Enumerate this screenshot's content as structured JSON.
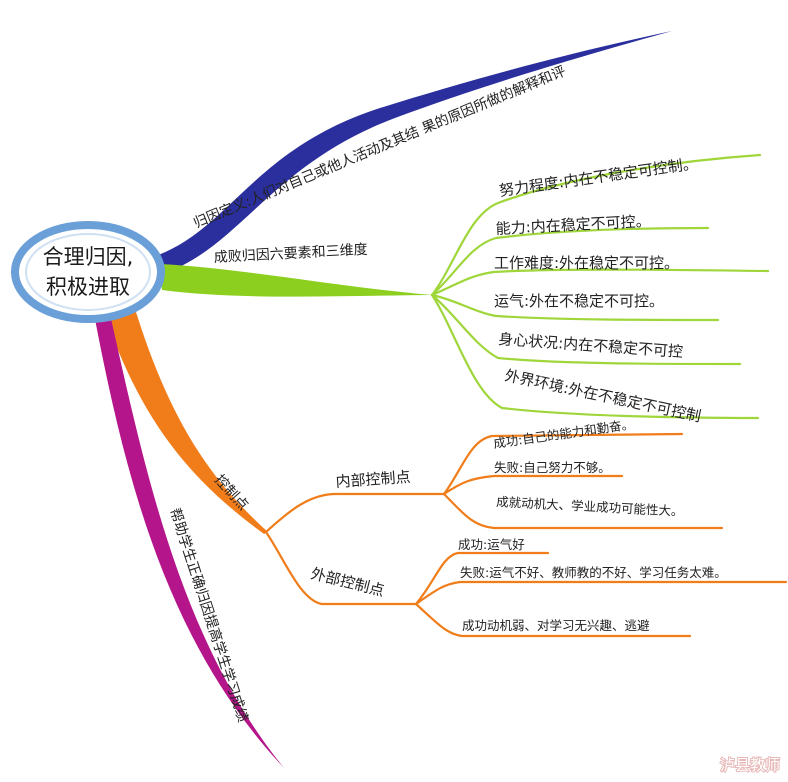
{
  "root": {
    "line1": "合理归因,",
    "line2": "积极进取"
  },
  "branches": {
    "definition": {
      "label": "归因定义:人们对自己或他人活动及其结 果的原因所做的解释和评",
      "color": "#2b2f9e"
    },
    "six_factors": {
      "label": "成败归因六要素和三维度",
      "color": "#8ccf1e",
      "children": [
        "努力程度:内在不稳定可控制。",
        "能力:内在稳定不可控。",
        "工作难度:外在稳定不可控。",
        "运气:外在不稳定不可控。",
        "身心状况:内在不稳定不可控",
        "外界环境:外在不稳定不可控制"
      ]
    },
    "control": {
      "label": "控制点",
      "color": "#f07d1a",
      "internal": {
        "label": "内部控制点",
        "children": [
          "成功:自己的能力和勤奋。",
          "失败:自己努力不够。",
          "成就动机大、学业成功可能性大。"
        ]
      },
      "external": {
        "label": "外部控制点",
        "children": [
          "成功:运气好",
          "失败:运气不好、教师教的不好、学习任务太难。",
          "成功动机弱、对学习无兴趣、逃避"
        ]
      }
    },
    "help": {
      "label": "帮助学生正确归因提高学生学习成绩",
      "color": "#b5158a"
    }
  },
  "watermark": "泸县教师"
}
